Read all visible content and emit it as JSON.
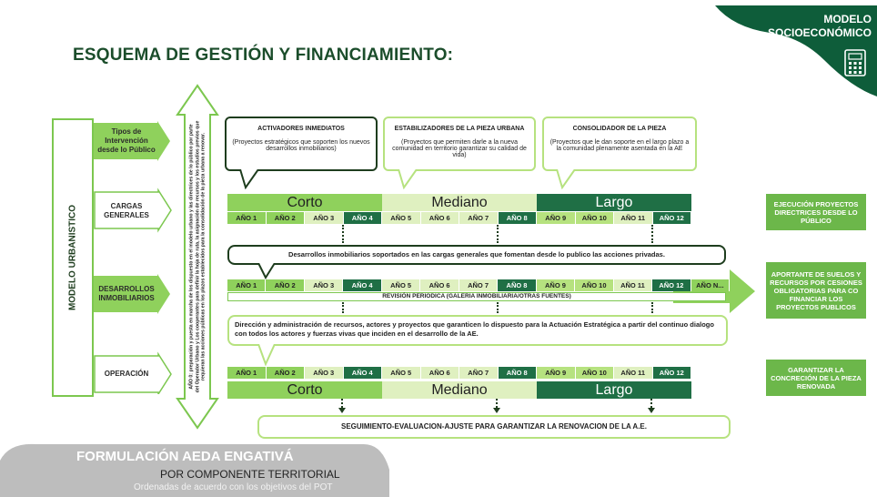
{
  "title": "ESQUEMA DE GESTIÓN Y FINANCIAMIENTO:",
  "badge": {
    "line1": "MODELO",
    "line2": "SOCIOECONÓMICO",
    "icon": "calculator-icon",
    "color": "#0e5d3a"
  },
  "left_label": "MODELO URBANISTICO",
  "rows": {
    "tipos": "Tipos de Intervención desde lo Público",
    "cargas": "CARGAS GENERALES",
    "desarrollos": "DESARROLLOS INMOBILIARIOS",
    "operacion": "OPERACIÓN"
  },
  "vertical_note": "AÑO 0: preparación y puesta en marcha de los dispuesto en el modelo urbano y las directrices de lo público por parte del Operador Urbano y Los cooperantes para definir la hoja de ruta, la asignación de recursos y los estudios previos que requieran las acciones públicas en los plazos establecidos para la consolidación de la pieza urbana a renovar.",
  "callouts": {
    "activadores": {
      "title": "ACTIVADORES INMEDIATOS",
      "desc": "(Proyectos estratégicos que soporten los nuevos desarrollos inmobiliarios)"
    },
    "estabilizadores": {
      "title": "ESTABILIZADORES DE LA PIEZA URBANA",
      "desc": "(Proyectos que permiten darle a la nueva comunidad en territorio garantizar su calidad de vida)"
    },
    "consolidador": {
      "title": "CONSOLIDADOR DE LA PIEZA",
      "desc": "(Proyectos que le dan soporte en el largo plazo a la comunidad plenamente asentada en la AE"
    }
  },
  "terms": {
    "corto": "Corto",
    "mediano": "Mediano",
    "largo": "Largo"
  },
  "years": [
    "AÑO 1",
    "AÑO 2",
    "AÑO 3",
    "AÑO 4",
    "AÑO 5",
    "AÑO 6",
    "AÑO 7",
    "AÑO 8",
    "AÑO 9",
    "AÑO 10",
    "AÑO 11",
    "AÑO 12"
  ],
  "year_extra": "AÑO N...",
  "desarrollos_text": "Desarrollos inmobiliarios soportados en las cargas generales que fomentan desde lo publico las acciones privadas.",
  "revision": "REVISIÓN PERIODICA (GALERIA INMOBILIARIA/OTRAS FUENTES)",
  "direccion_text": "Dirección y administración de recursos, actores y proyectos que garanticen lo dispuesto para la Actuación Estratégica a partir del continuo dialogo con todos los actores y fuerzas vivas que inciden en el desarrollo de la AE.",
  "seguimiento": "SEGUIMIENTO-EVALUACION-AJUSTE PARA GARANTIZAR LA RENOVACION DE LA A.E.",
  "right": {
    "ejecucion": "EJECUCIÓN PROYECTOS DIRECTRICES DESDE LO PÚBLICO",
    "aportante": "APORTANTE DE SUELOS Y RECURSOS POR CESIONES OBLIGATORIAS PARA CO FINANCIAR LOS PROYECTOS PUBLICOS",
    "garantizar": "GARANTIZAR LA CONCRECIÓN DE LA PIEZA RENOVADA"
  },
  "footer": {
    "line1": "FORMULACIÓN AEDA ENGATIVÁ",
    "line2": "POR COMPONENTE TERRITORIAL",
    "line3": "Ordenadas de acuerdo con los objetivos del POT"
  },
  "colors": {
    "dark_green": "#1f6f45",
    "mid_green": "#8fd15c",
    "light_green": "#dff0c0",
    "accent_green": "#6cb74a"
  }
}
